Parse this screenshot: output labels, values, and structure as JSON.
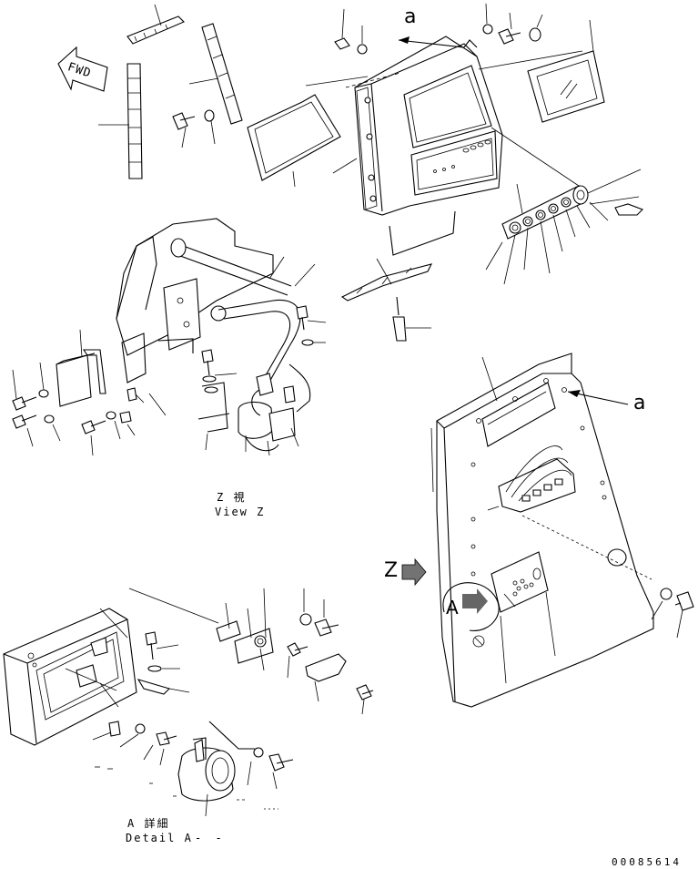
{
  "labels": {
    "fwd": "FWD",
    "view_a_top": "a",
    "view_a_right": "a",
    "z_marker": "Z",
    "a_marker": "A",
    "view_z_jp": "Z 視",
    "view_z_en": "View Z",
    "detail_a_jp": "A 詳細",
    "detail_a_en": "Detail A",
    "doc_number": "00085614"
  },
  "icons": {
    "fwd_arrow": "fwd-arrow-icon",
    "z_arrow": "view-arrow-icon",
    "a_arrow": "view-arrow-icon"
  }
}
